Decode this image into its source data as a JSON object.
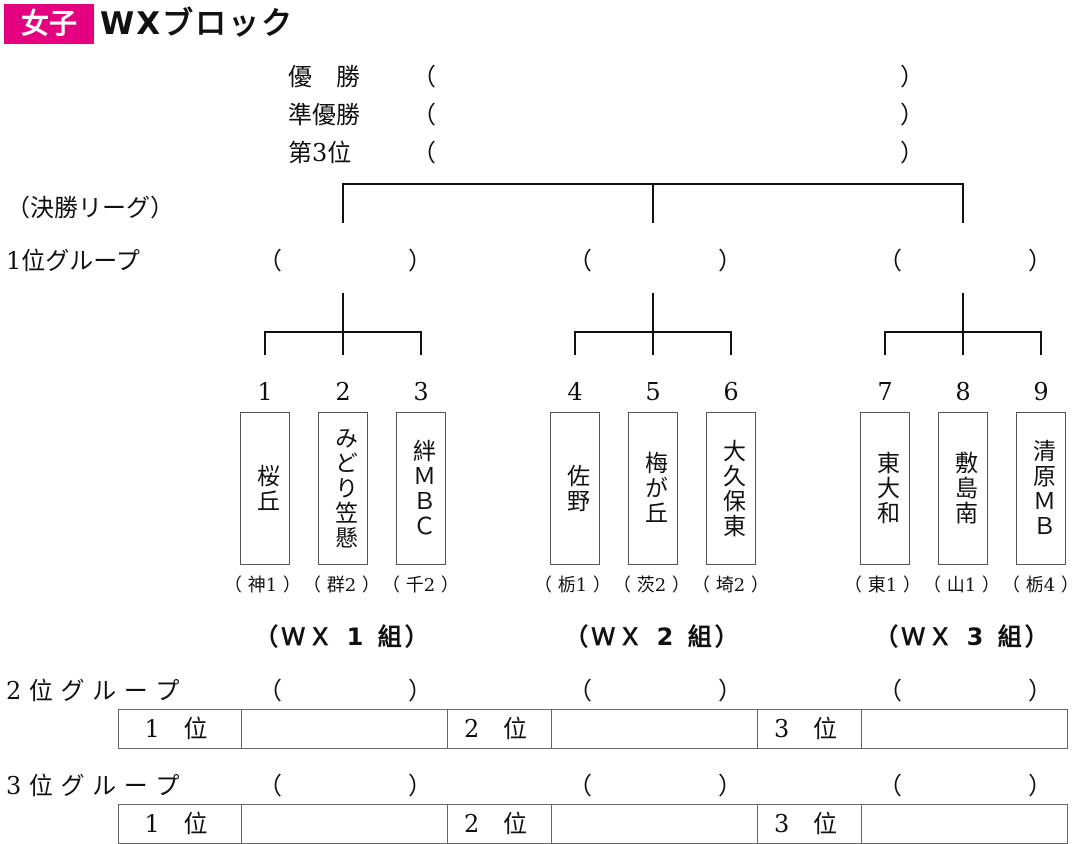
{
  "header": {
    "badge": "女子",
    "title": "WXブロック"
  },
  "results": {
    "winner_label": "優　勝",
    "runner_up_label": "準優勝",
    "third_label": "第3位",
    "open": "（",
    "close": "）"
  },
  "final_league_label": "（決勝リーグ）",
  "first_place_label": "1位グループ",
  "second_place_label": "2 位 グ ル ー プ",
  "third_place_label": "3 位 グ ル ー プ",
  "pools": [
    {
      "name": "（ＷＸ 1 組）",
      "teams": [
        {
          "seed": "1",
          "name": "桜丘",
          "pref": "（ 神1 ）"
        },
        {
          "seed": "2",
          "name": "みどり笠懸",
          "pref": "（ 群2 ）"
        },
        {
          "seed": "3",
          "name": "絆ＭＢＣ",
          "pref": "（ 千2 ）"
        }
      ]
    },
    {
      "name": "（ＷＸ 2 組）",
      "teams": [
        {
          "seed": "4",
          "name": "佐野",
          "pref": "（ 栃1 ）"
        },
        {
          "seed": "5",
          "name": "梅が丘",
          "pref": "（ 茨2 ）"
        },
        {
          "seed": "6",
          "name": "大久保東",
          "pref": "（ 埼2 ）"
        }
      ]
    },
    {
      "name": "（ＷＸ 3 組）",
      "teams": [
        {
          "seed": "7",
          "name": "東大和",
          "pref": "（ 東1 ）"
        },
        {
          "seed": "8",
          "name": "敷島南",
          "pref": "（ 山1 ）"
        },
        {
          "seed": "9",
          "name": "清原ＭＢ",
          "pref": "（ 栃4 ）"
        }
      ]
    }
  ],
  "rank_cells": [
    "1 位",
    "2 位",
    "3 位"
  ]
}
